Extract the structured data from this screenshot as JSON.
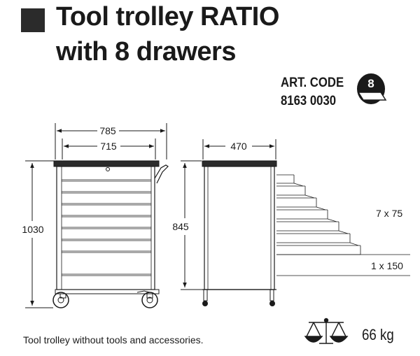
{
  "title": {
    "line1": "Tool trolley RATIO",
    "line2": "with 8 drawers"
  },
  "article": {
    "label": "ART. CODE",
    "code": "8163 0030",
    "drawer_badge": "8"
  },
  "dimensions": {
    "overall_width": "785",
    "body_width": "715",
    "depth": "470",
    "overall_height": "1030",
    "body_height": "845",
    "drawers_small": "7 x 75",
    "drawers_large": "1 x 150"
  },
  "footnote": "Tool trolley without tools and accessories.",
  "weight": "66 kg",
  "icons": [
    "drawer-count-icon",
    "scale-icon"
  ]
}
